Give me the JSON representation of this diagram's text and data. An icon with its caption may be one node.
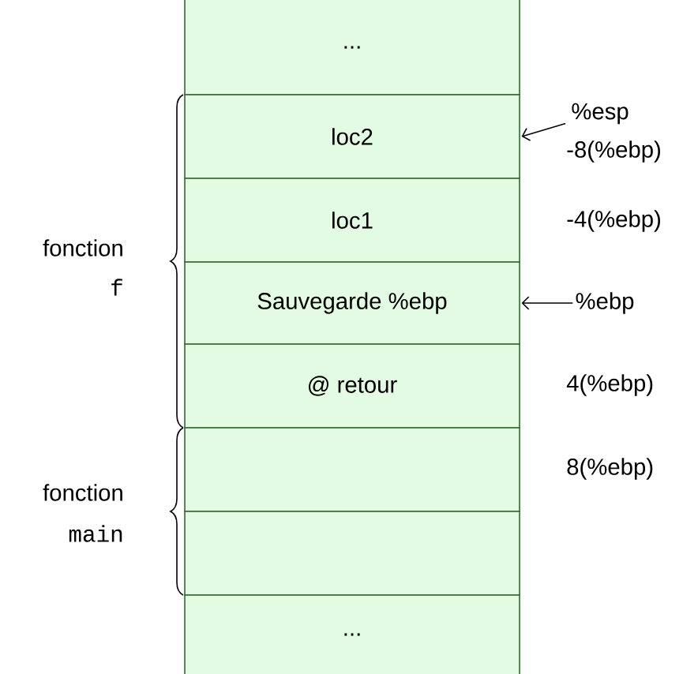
{
  "diagram": {
    "nodes": [
      {
        "text": [
          "..."
        ]
      },
      {
        "text": [
          "loc2"
        ]
      },
      {
        "text": [
          "loc1"
        ]
      },
      {
        "text": [
          "Sauvegarde %ebp"
        ]
      },
      {
        "text": [
          "@ retour"
        ]
      },
      {
        "text": [],
        "shape": "box"
      },
      {
        "text": [],
        "shape": "box"
      },
      {
        "text": [
          "..."
        ]
      },
      {
        "text": [
          "%esp"
        ]
      },
      {
        "text": [
          "%ebp"
        ]
      }
    ],
    "edges": [
      {
        "from": 8,
        "to": 1,
        "arrow": "to"
      },
      {
        "from": 9,
        "to": 3,
        "arrow": "to"
      }
    ],
    "labels": [
      "-8(%ebp)",
      "-4(%ebp)",
      "fonction",
      "f",
      "4(%ebp)",
      "8(%ebp)",
      "fonction",
      "main"
    ]
  }
}
